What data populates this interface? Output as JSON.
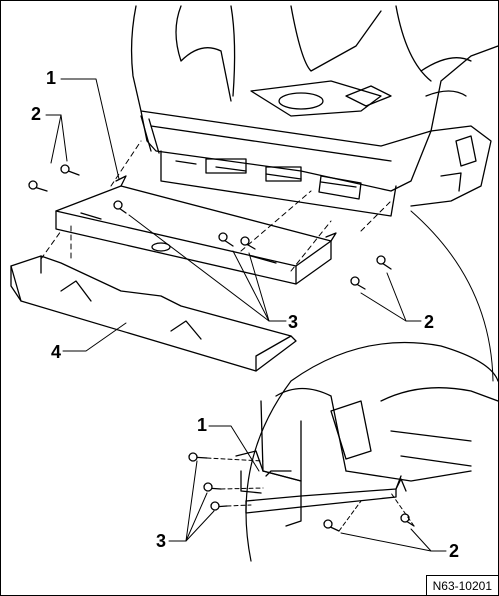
{
  "callouts": {
    "top_1": "1",
    "top_2_left": "2",
    "top_3": "3",
    "top_2_right": "2",
    "top_4": "4",
    "inset_1": "1",
    "inset_3": "3",
    "inset_2": "2"
  },
  "figure_id": "N63-10201"
}
